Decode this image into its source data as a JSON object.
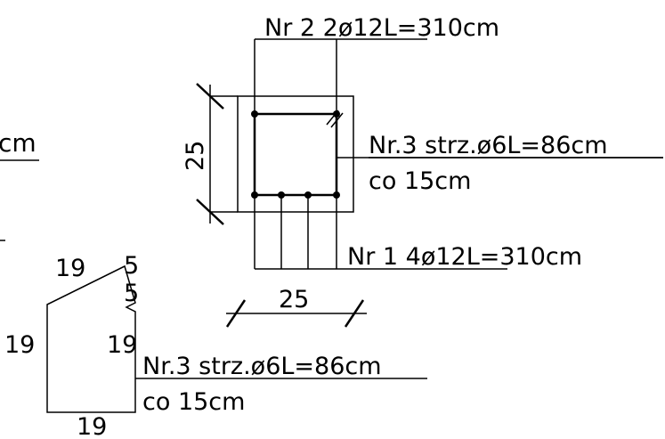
{
  "drawing": {
    "labels": {
      "bar2_callout": "Nr 2 2ø12L=310cm",
      "bar3_callout_line1": "Nr.3 strz.ø6L=86cm",
      "bar3_callout_line2": "co 15cm",
      "bar1_callout": "Nr 1 4ø12L=310cm",
      "stirrup_callout_line1": "Nr.3 strz.ø6L=86cm",
      "stirrup_callout_line2": "co 15cm",
      "left_partial_cm": "cm"
    },
    "dimensions": {
      "section_height": "25",
      "section_width": "25",
      "stirrup_top": "19",
      "stirrup_hook_top": "5",
      "stirrup_hook_side": "5",
      "stirrup_left": "19",
      "stirrup_right": "19",
      "stirrup_bottom": "19"
    }
  }
}
